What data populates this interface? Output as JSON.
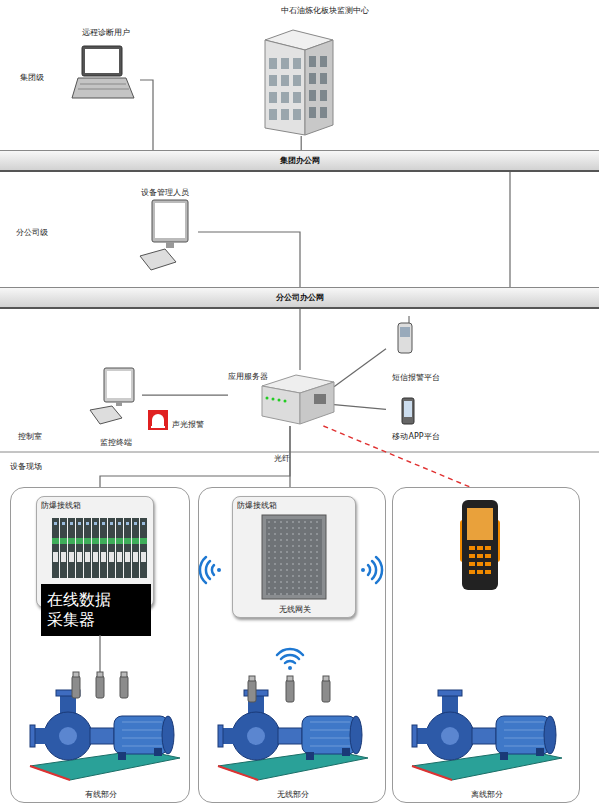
{
  "diagram": {
    "nodes": [
      {
        "text": [
          "中石油炼化板块监测中心"
        ]
      },
      {
        "text": [
          "远程诊断用户"
        ]
      },
      {
        "text": [
          "集团办公网"
        ]
      },
      {
        "text": [
          "设备管理人员"
        ]
      },
      {
        "text": [
          "分公司办公网"
        ]
      },
      {
        "text": [
          "短信报警平台"
        ]
      },
      {
        "text": [
          "应用服务器"
        ]
      },
      {
        "text": [
          "移动APP平台"
        ]
      },
      {
        "text": [
          "监控终端"
        ]
      },
      {
        "text": [
          "声光报警"
        ]
      },
      {
        "text": [
          "有线部分"
        ]
      },
      {
        "text": [
          "防爆接线箱"
        ],
        "in": 10
      },
      {
        "text": [
          "在线数据 采集器"
        ],
        "in": 10
      },
      {
        "text": [
          "无线部分"
        ]
      },
      {
        "text": [
          "防爆接线箱",
          "无线网关"
        ],
        "in": 13
      },
      {
        "text": [
          "离线部分"
        ]
      }
    ],
    "edges": [
      {
        "from": 1,
        "to": 2,
        "arrow": "none"
      },
      {
        "from": 0,
        "to": 2,
        "arrow": "none"
      },
      {
        "from": 2,
        "to": 4,
        "arrow": "none"
      },
      {
        "from": 3,
        "to": 4,
        "arrow": "none"
      },
      {
        "from": 4,
        "to": 6,
        "arrow": "none"
      },
      {
        "from": 6,
        "to": 5,
        "arrow": "none"
      },
      {
        "from": 6,
        "to": 7,
        "arrow": "none"
      },
      {
        "from": 6,
        "to": 8,
        "arrow": "none"
      },
      {
        "from": 6,
        "to": 10,
        "arrow": "none"
      },
      {
        "from": 6,
        "to": 13,
        "arrow": "none"
      },
      {
        "from": 6,
        "to": 15,
        "arrow": "none"
      }
    ],
    "labels": [
      "集团级",
      "分公司级",
      "控制室",
      "设备现场",
      "光纤"
    ]
  }
}
